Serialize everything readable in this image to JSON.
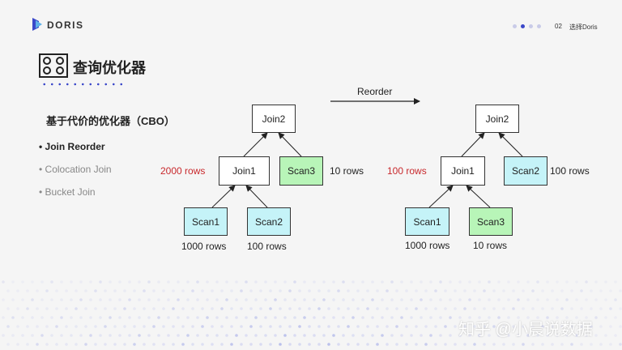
{
  "brand": {
    "name": "DORIS",
    "logo_color": "#3b48c9"
  },
  "header": {
    "page_number": "02",
    "section": "选择Doris",
    "dots": 4,
    "active_dot": 1
  },
  "slide": {
    "title": "查询优化器",
    "subtitle": "基于代价的优化器（CBO）",
    "bullets": [
      {
        "text": "Join Reorder",
        "active": true
      },
      {
        "text": "Colocation Join",
        "active": false
      },
      {
        "text": "Bucket Join",
        "active": false
      }
    ]
  },
  "diagram": {
    "arrow_label": "Reorder",
    "left": {
      "root": "Join2",
      "mid": "Join1",
      "mid_rows": "2000 rows",
      "side": "Scan3",
      "side_rows": "10 rows",
      "leaf1": "Scan1",
      "leaf1_rows": "1000 rows",
      "leaf2": "Scan2",
      "leaf2_rows": "100 rows"
    },
    "right": {
      "root": "Join2",
      "mid": "Join1",
      "mid_rows": "100 rows",
      "side": "Scan2",
      "side_rows": "100 rows",
      "leaf1": "Scan1",
      "leaf1_rows": "1000 rows",
      "leaf2": "Scan3",
      "leaf2_rows": "10 rows"
    },
    "colors": {
      "cyan": "#c5f3f8",
      "green": "#b8f5b8",
      "highlight_text": "#c8282c"
    }
  },
  "watermark": "知乎 @小晨说数据"
}
